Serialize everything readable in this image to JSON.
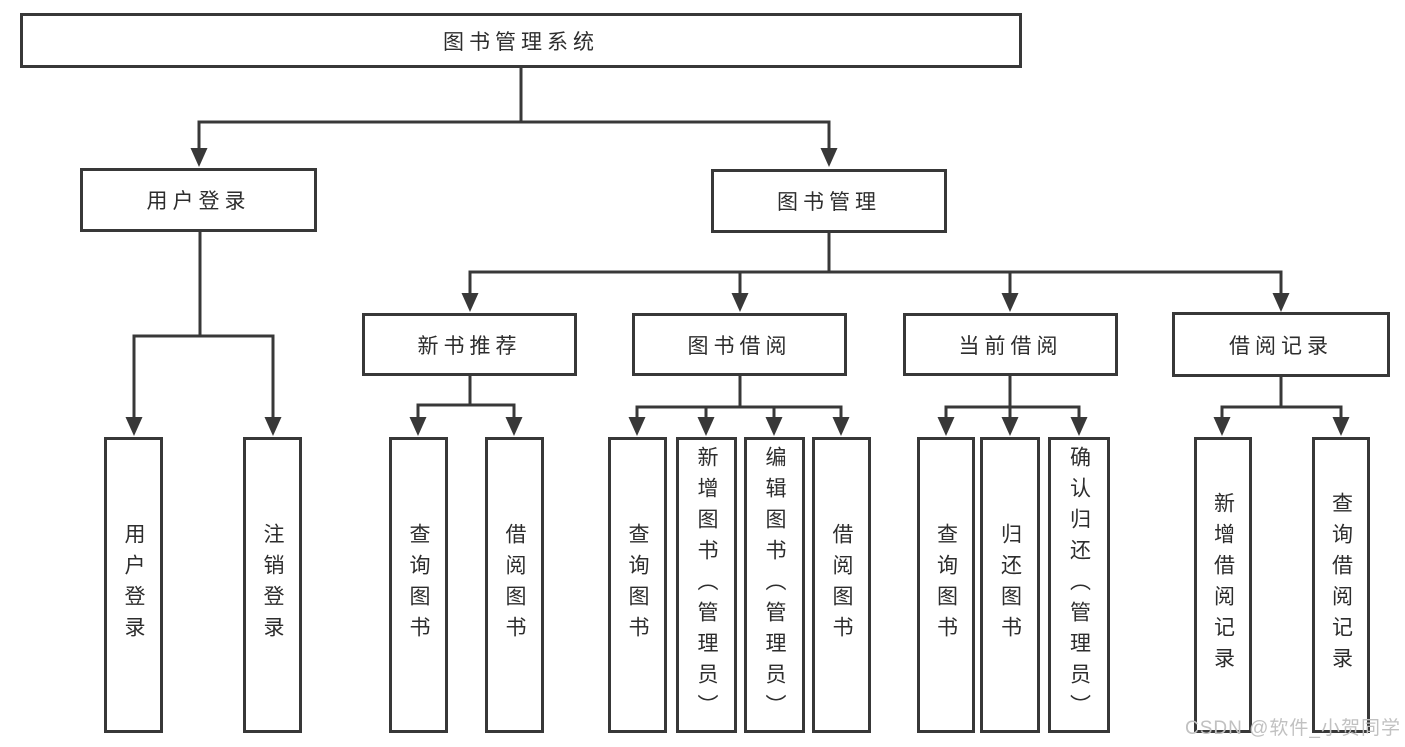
{
  "diagram": {
    "title": "图书管理系统",
    "nodes": {
      "root": "图书管理系统",
      "user_login": "用户登录",
      "book_management": "图书管理",
      "new_book_recommend": "新书推荐",
      "book_borrow": "图书借阅",
      "current_borrow": "当前借阅",
      "borrow_record": "借阅记录",
      "leaf_user_login": "用户登录",
      "leaf_logout": "注销登录",
      "leaf_nb_query_book": "查询图书",
      "leaf_nb_borrow_book": "借阅图书",
      "leaf_bb_query_book": "查询图书",
      "leaf_bb_add_book": "新增图书（管理员）",
      "leaf_bb_edit_book": "编辑图书（管理员）",
      "leaf_bb_borrow_book": "借阅图书",
      "leaf_cb_query_book": "查询图书",
      "leaf_cb_return_book": "归还图书",
      "leaf_cb_confirm_return": "确认归还（管理员）",
      "leaf_br_add_record": "新增借阅记录",
      "leaf_br_query_record": "查询借阅记录"
    },
    "hierarchy": {
      "图书管理系统": {
        "用户登录": [
          "用户登录",
          "注销登录"
        ],
        "图书管理": {
          "新书推荐": [
            "查询图书",
            "借阅图书"
          ],
          "图书借阅": [
            "查询图书",
            "新增图书（管理员）",
            "编辑图书（管理员）",
            "借阅图书"
          ],
          "当前借阅": [
            "查询图书",
            "归还图书",
            "确认归还（管理员）"
          ],
          "借阅记录": [
            "新增借阅记录",
            "查询借阅记录"
          ]
        }
      }
    }
  },
  "watermark": {
    "text": "CSDN @软件_小贺同学"
  },
  "colors": {
    "line": "#383838",
    "box_border": "#383838",
    "text": "#2d2d2d",
    "watermark": "#c1c1c1",
    "background": "#ffffff"
  }
}
